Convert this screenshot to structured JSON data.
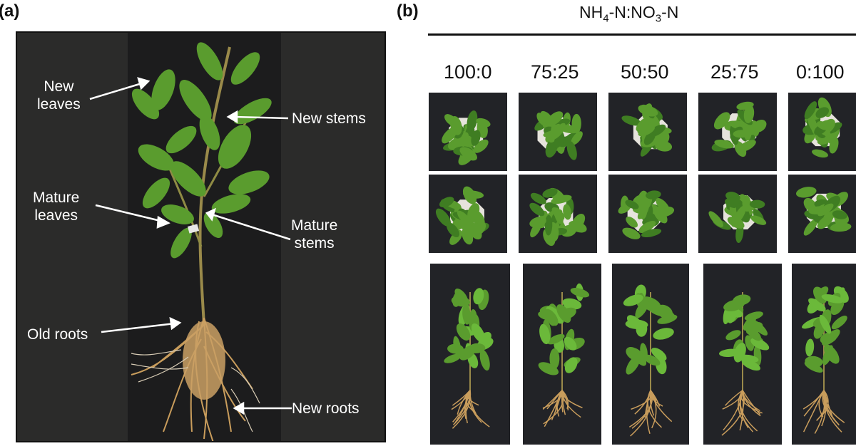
{
  "panel_a": {
    "label": "(a)",
    "callouts": {
      "new_leaves": [
        "New",
        "leaves"
      ],
      "new_stems": "New stems",
      "mature_leaves": [
        "Mature",
        "leaves"
      ],
      "mature_stems": [
        "Mature",
        "stems"
      ],
      "old_roots": "Old roots",
      "new_roots": "New roots"
    }
  },
  "panel_b": {
    "label": "(b)",
    "ratio_title": {
      "part1": "NH",
      "sub1": "4",
      "part2": "-N:NO",
      "sub2": "3",
      "part3": "-N"
    },
    "ratios": [
      "100:0",
      "75:25",
      "50:50",
      "25:75",
      "0:100"
    ]
  },
  "colors": {
    "photo_background": "#2b2b2a",
    "leaf_green": "#5a9c2e",
    "stem": "#9a8a4a",
    "root": "#c99d5c",
    "arrow": "#ffffff"
  }
}
